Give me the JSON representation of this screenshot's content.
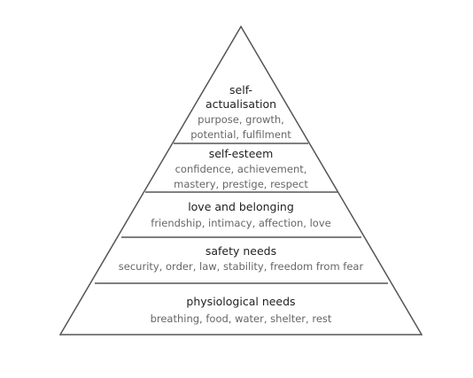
{
  "colors": {
    "outline": "#555555",
    "title_text": "#1f1f1f",
    "desc_text": "#666666",
    "background": "#ffffff"
  },
  "levels": [
    {
      "title_lines": [
        "self-",
        "actualisation"
      ],
      "desc_lines": [
        "purpose, growth,",
        "potential, fulfilment"
      ]
    },
    {
      "title_lines": [
        "self-esteem"
      ],
      "desc_lines": [
        "confidence, achievement,",
        "mastery, prestige, respect"
      ]
    },
    {
      "title_lines": [
        "love and  belonging"
      ],
      "desc_lines": [
        "friendship, intimacy, affection, love"
      ]
    },
    {
      "title_lines": [
        "safety needs"
      ],
      "desc_lines": [
        "security, order, law, stability, freedom from fear"
      ]
    },
    {
      "title_lines": [
        "physiological needs"
      ],
      "desc_lines": [
        "breathing, food, water, shelter, rest"
      ]
    }
  ]
}
